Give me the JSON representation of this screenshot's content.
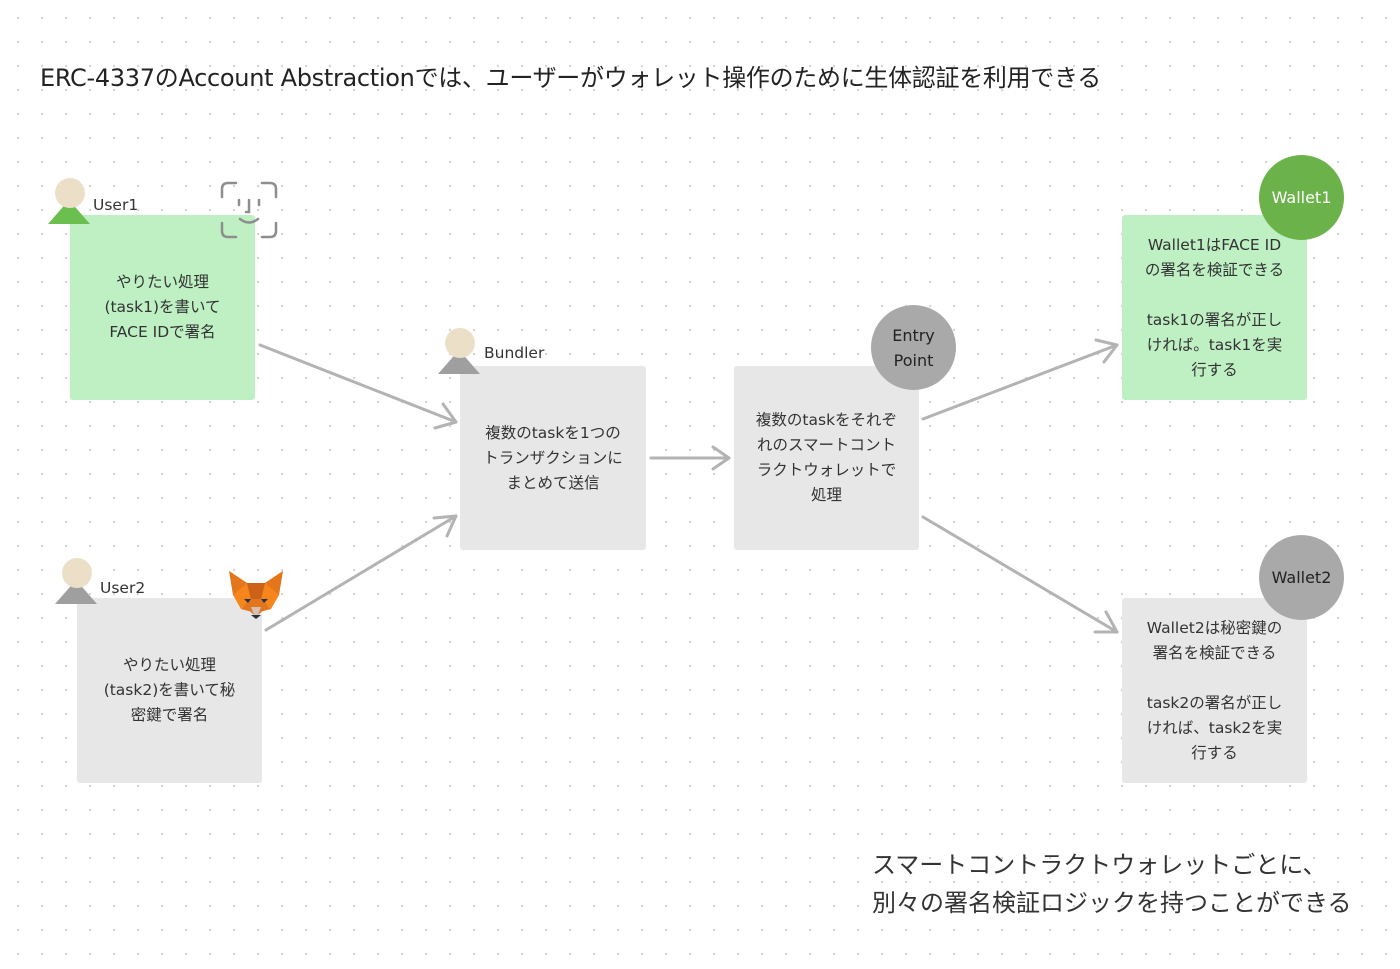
{
  "title": "ERC-4337のAccount Abstractionでは、ユーザーがウォレット操作のために生体認証を利用できる",
  "user1": {
    "name": "User1",
    "text": "やりたい処理\n(task1)を書いて\nFACE IDで署名",
    "icon": "face-id-icon"
  },
  "user2": {
    "name": "User2",
    "text": "やりたい処理\n(task2)を書いて秘\n密鍵で署名",
    "icon": "metamask-fox-icon"
  },
  "bundler": {
    "name": "Bundler",
    "text": "複数のtaskを1つの\nトランザクションに\nまとめて送信"
  },
  "entry_point": {
    "name": "Entry\nPoint",
    "text": "複数のtaskをそれぞ\nれのスマートコント\nラクトウォレットで\n処理"
  },
  "wallet1": {
    "name": "Wallet1",
    "text": "Wallet1はFACE ID\nの署名を検証できる\n\ntask1の署名が正し\nければ。task1を実\n行する"
  },
  "wallet2": {
    "name": "Wallet2",
    "text": "Wallet2は秘密鍵の\n署名を検証できる\n\ntask2の署名が正し\nければ、task2を実\n行する"
  },
  "footer": "スマートコントラクトウォレットごとに、\n別々の署名検証ロジックを持つことができる",
  "colors": {
    "green_box": "#bff0c4",
    "gray_box": "#e7e7e7",
    "wallet1_circle": "#6bb24b",
    "gray_circle": "#a9a9a9",
    "arrow": "#b3b3b3"
  }
}
